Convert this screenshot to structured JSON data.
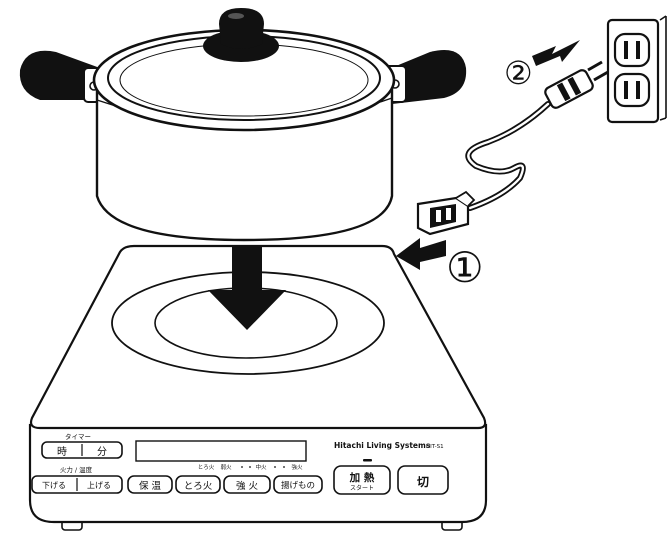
{
  "panel": {
    "timer_caption": "タイマー",
    "hour_label": "時",
    "minute_label": "分",
    "power_caption": "火力 / 温度",
    "down_label": "下げる",
    "up_label": "上げる",
    "keep_warm_label": "保 温",
    "low_heat_label": "とろ火",
    "high_heat_label": "強 火",
    "fry_label": "揚げもの",
    "heat_label": "加 熱",
    "start_label": "スタート",
    "off_label": "切",
    "scale_low": "とろ火",
    "scale_weak": "弱火",
    "scale_mid": "中火",
    "scale_strong": "強火",
    "brand": "Hitachi Living Systems",
    "model": "HIT-S1"
  },
  "steps": {
    "step1": "①",
    "step2": "②"
  }
}
